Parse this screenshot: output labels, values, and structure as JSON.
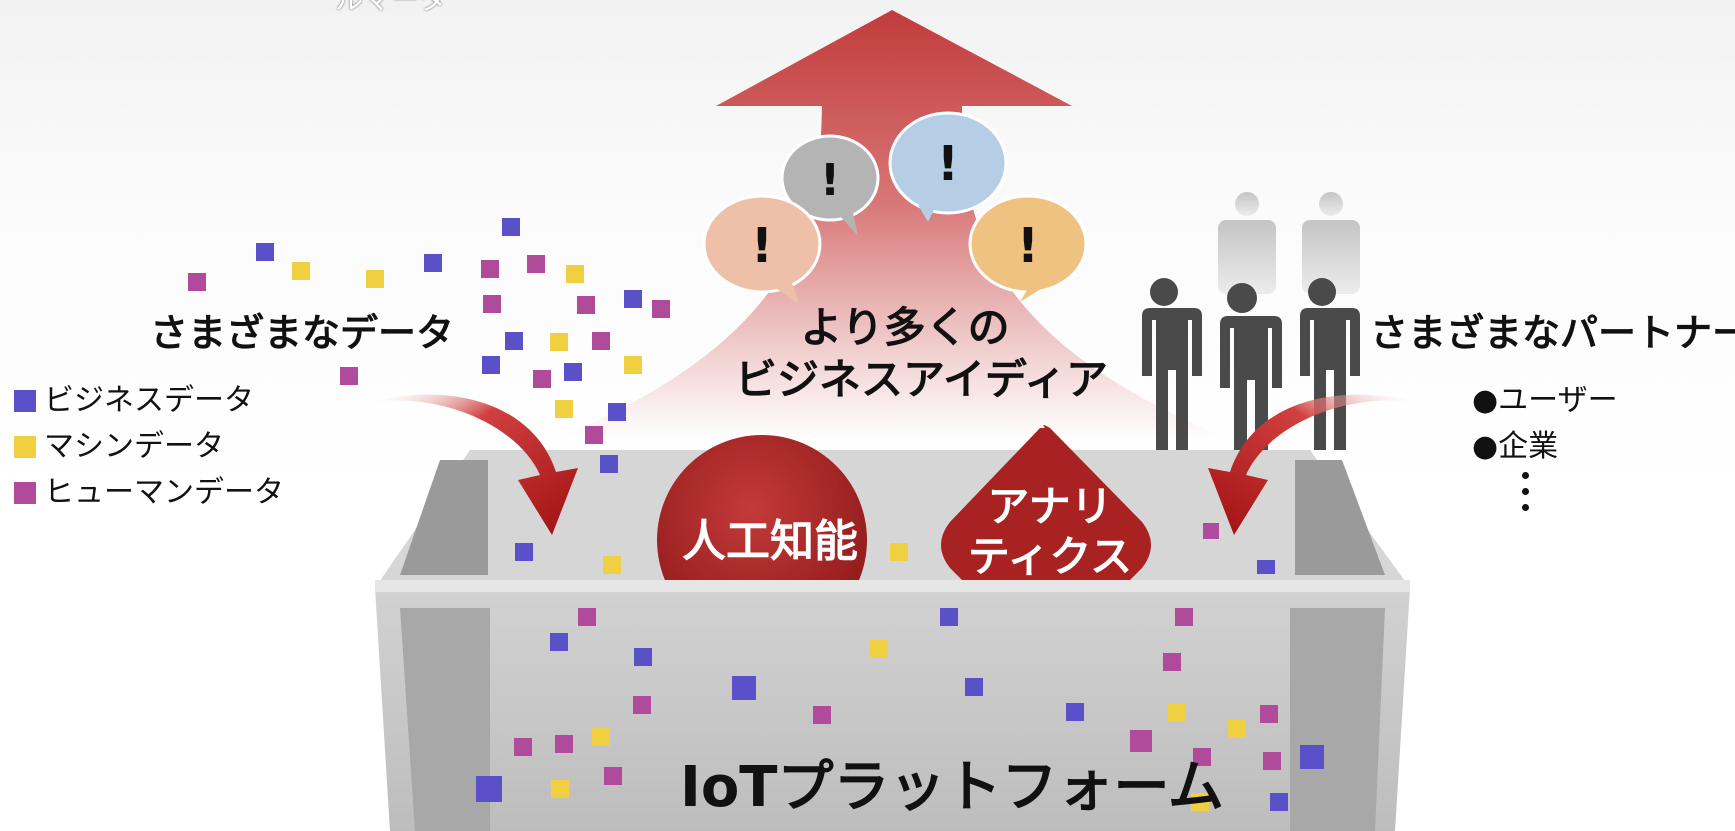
{
  "top_cut_text": "ルマータ",
  "data_section": {
    "title": "さまざまなデータ",
    "legend": [
      {
        "label": "ビジネスデータ",
        "color": "#5a50c8"
      },
      {
        "label": "マシンデータ",
        "color": "#f0d040"
      },
      {
        "label": "ヒューマンデータ",
        "color": "#b04a9a"
      }
    ]
  },
  "partner_section": {
    "title": "さまざまなパートナー",
    "items": [
      "●ユーザー",
      "●企業"
    ]
  },
  "center": {
    "title_line1": "より多くの",
    "title_line2": "ビジネスアイディア",
    "bubbles": [
      "!",
      "!",
      "!",
      "!"
    ]
  },
  "shapes": {
    "ai": "人工知能",
    "analytics_line1": "アナリ",
    "analytics_line2": "ティクス"
  },
  "platform": {
    "label": "IoTプラットフォーム"
  },
  "colors": {
    "arrow_red": "#b83030",
    "box_gray": "#c8c8c8",
    "bubble_gray": "#b4b4b4",
    "bubble_blue": "#b6cde6",
    "bubble_peach": "#eec0a8",
    "bubble_orange": "#f0c282",
    "person_dark": "#4a4a4a",
    "person_light": "#c8c8c8"
  }
}
